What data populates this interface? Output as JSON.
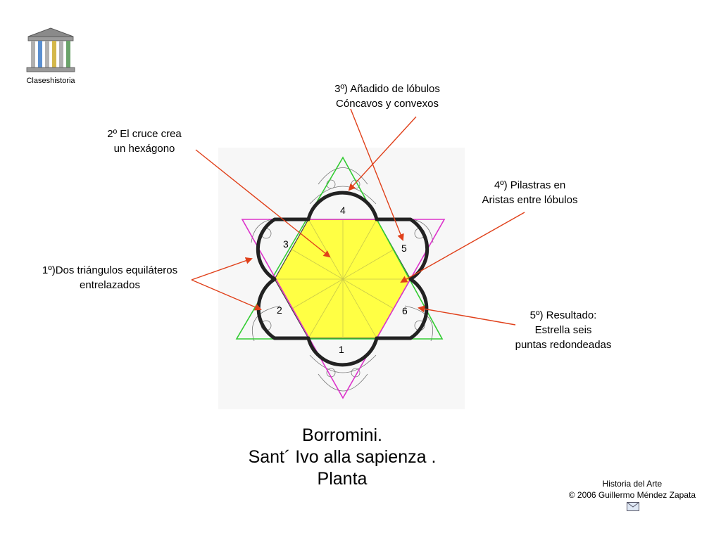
{
  "logo": {
    "caption": "Claseshistoria"
  },
  "annotations": {
    "step3": [
      "3º) Añadido de lóbulos",
      "Cóncavos y convexos"
    ],
    "step2": [
      "2º El cruce crea",
      "un hexágono"
    ],
    "step4": [
      "4º) Pilastras en",
      "Aristas entre lóbulos"
    ],
    "step1": [
      "1º)Dos triángulos equiláteros",
      "entrelazados"
    ],
    "step5": [
      "5º) Resultado:",
      "Estrella seis",
      "puntas redondeadas"
    ]
  },
  "lobe_numbers": [
    "1",
    "2",
    "3",
    "4",
    "5",
    "6"
  ],
  "title": [
    "Borromini.",
    "Sant´ Ivo alla sapienza .",
    "Planta"
  ],
  "footer": {
    "line1": "Historia del Arte",
    "line2": "© 2006 Guillermo Méndez Zapata"
  },
  "icons": {
    "logo": "greek-temple-icon",
    "mail": "envelope-icon"
  },
  "colors": {
    "hexagon_fill": "#ffff44",
    "triangle_up": "#33cc33",
    "triangle_down": "#dd33cc",
    "arrows": "#e0401a",
    "outline": "#222222"
  }
}
